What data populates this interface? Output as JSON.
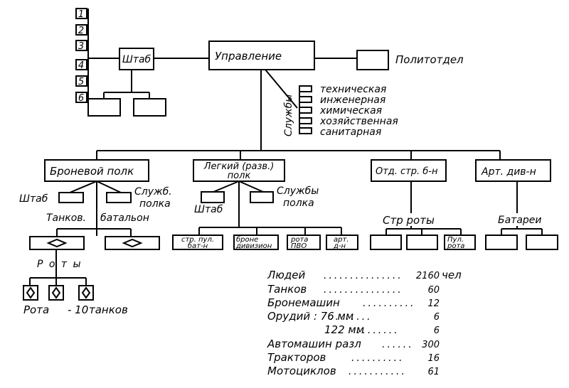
{
  "hq": {
    "numbered_boxes": [
      "1",
      "2",
      "3",
      "4",
      "5",
      "6"
    ],
    "staff": "Штаб",
    "command": "Управление",
    "political_dept": "Политотдел"
  },
  "services": {
    "label": "Службы",
    "items": [
      "техническая",
      "инженерная",
      "химическая",
      "хозяйственная",
      "санитарная"
    ]
  },
  "units": {
    "armored_regiment": {
      "title": "Броневой полк",
      "staff": "Штаб",
      "services_line1": "Служб.",
      "services_line2": "полка",
      "tank_label": "Танков.",
      "battalion_label": "батальон",
      "companies_label": "Р о т ы",
      "company_note_a": "Рота",
      "company_note_b": "- 10",
      "company_note_c": "танков"
    },
    "light_regiment": {
      "title_line1": "Легкий (разв.)",
      "title_line2": "полк",
      "staff": "Штаб",
      "services_line1": "Службы",
      "services_line2": "полка",
      "subunits": [
        {
          "line1": "стр. пул.",
          "line2": "бат-н"
        },
        {
          "line1": "броне",
          "line2": "дивизион"
        },
        {
          "line1": "рота",
          "line2": "ПВО"
        },
        {
          "line1": "арт.",
          "line2": "д-н"
        }
      ]
    },
    "rifle_battalion": {
      "title": "Отд. стр. б-н",
      "companies_label": "Стр  роты",
      "mg_company_line1": "Пул.",
      "mg_company_line2": "рота"
    },
    "artillery_division": {
      "title": "Арт. див-н",
      "batteries_label": "Батареи"
    }
  },
  "summary": [
    {
      "label": "Людей",
      "dots": "...............",
      "value": "2160",
      "unit": "чел"
    },
    {
      "label": "Танков",
      "dots": "...............",
      "value": "60",
      "unit": ""
    },
    {
      "label": "Бронемашин",
      "dots": "..........",
      "value": "12",
      "unit": ""
    },
    {
      "label": "Орудий :  76 мм",
      "dots": "........",
      "value": "6",
      "unit": ""
    },
    {
      "label": "122 мм",
      "dots": "........",
      "value": "6",
      "unit": ""
    },
    {
      "label": "Автомашин  разл",
      "dots": "......",
      "value": "300",
      "unit": ""
    },
    {
      "label": "Тракторов",
      "dots": "..........",
      "value": "16",
      "unit": ""
    },
    {
      "label": "Мотоциклов",
      "dots": "...........",
      "value": "61",
      "unit": ""
    }
  ]
}
